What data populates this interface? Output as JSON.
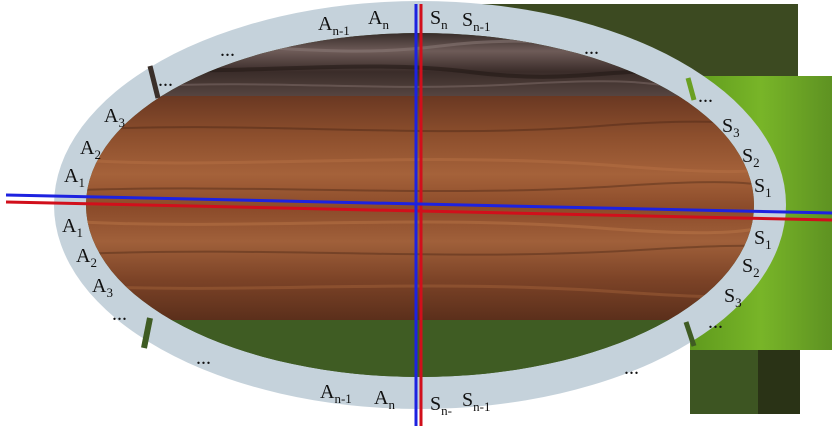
{
  "colors": {
    "ring": "#c6d3dc",
    "wood_mid": "#8a4e2e",
    "wood_dark": "#5e311c",
    "wood_light": "#a8653d",
    "dark_wood_top": "#4b3a36",
    "green_dark": "#3f5223",
    "green_bright": "#71ad24",
    "red_axis": "#d10f1b",
    "blue_axis": "#1d22e0"
  },
  "labels": {
    "a_top_n1": {
      "base": "A",
      "sub": "n-1"
    },
    "a_top_n": {
      "base": "A",
      "sub": "n"
    },
    "s_top_n": {
      "base": "S",
      "sub": "n"
    },
    "s_top_n1": {
      "base": "S",
      "sub": "n-1"
    },
    "dots_top_left": "...",
    "dots_top_right": "...",
    "dots_upper_left": "...",
    "dots_upper_right": "...",
    "a3_upper": {
      "base": "A",
      "sub": "3"
    },
    "a2_upper": {
      "base": "A",
      "sub": "2"
    },
    "a1_upper": {
      "base": "A",
      "sub": "1"
    },
    "s3_upper": {
      "base": "S",
      "sub": "3"
    },
    "s2_upper": {
      "base": "S",
      "sub": "2"
    },
    "s1_upper": {
      "base": "S",
      "sub": "1"
    },
    "a1_lower": {
      "base": "A",
      "sub": "1"
    },
    "a2_lower": {
      "base": "A",
      "sub": "2"
    },
    "a3_lower": {
      "base": "A",
      "sub": "3"
    },
    "s1_lower": {
      "base": "S",
      "sub": "1"
    },
    "s2_lower": {
      "base": "S",
      "sub": "2"
    },
    "s3_lower": {
      "base": "S",
      "sub": "3"
    },
    "dots_lower_left": "...",
    "dots_lower_right": "...",
    "dots_bottom_left": "...",
    "dots_bottom_right": "...",
    "a_bot_n1": {
      "base": "A",
      "sub": "n-1"
    },
    "a_bot_n": {
      "base": "A",
      "sub": "n"
    },
    "s_bot_n": {
      "base": "S",
      "sub": "n-"
    },
    "s_bot_n1": {
      "base": "S",
      "sub": "n-1"
    }
  }
}
